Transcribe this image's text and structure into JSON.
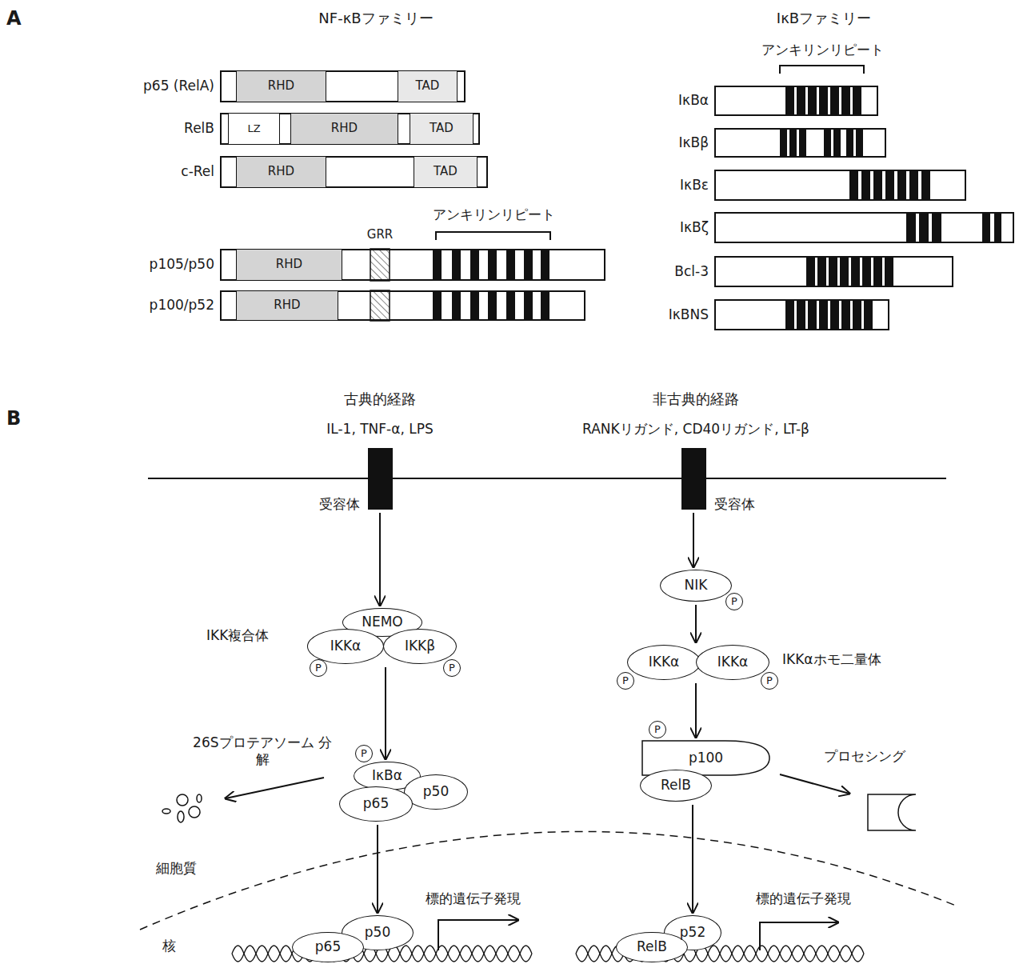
{
  "diagram": {
    "nodes": [
      {
        "text": [
          "p65 (RelA)"
        ]
      },
      {
        "text": [
          "RHD"
        ],
        "in": 0
      },
      {
        "text": [
          "TAD"
        ],
        "in": 0
      },
      {
        "text": [
          "RelB"
        ]
      },
      {
        "text": [
          "LZ"
        ],
        "in": 3
      },
      {
        "text": [
          "RHD"
        ],
        "in": 3
      },
      {
        "text": [
          "TAD"
        ],
        "in": 3
      },
      {
        "text": [
          "c-Rel"
        ]
      },
      {
        "text": [
          "RHD"
        ],
        "in": 7
      },
      {
        "text": [
          "TAD"
        ],
        "in": 7
      },
      {
        "text": [
          "p105/p50"
        ]
      },
      {
        "text": [
          "RHD"
        ],
        "in": 10
      },
      {
        "text": [
          "p100/p52"
        ]
      },
      {
        "text": [
          "RHD"
        ],
        "in": 12
      },
      {
        "text": [
          "IκBα"
        ]
      },
      {
        "text": [
          "IκBβ"
        ]
      },
      {
        "text": [
          "IκBε"
        ]
      },
      {
        "text": [
          "IκBζ"
        ]
      },
      {
        "text": [
          "Bcl-3"
        ]
      },
      {
        "text": [
          "IκBNS"
        ]
      },
      {
        "text": [
          "受容体"
        ]
      },
      {
        "text": [
          "受容体"
        ]
      },
      {
        "text": [
          "NIK"
        ]
      },
      {
        "text": [
          "P"
        ]
      },
      {
        "text": [
          "NEMO"
        ]
      },
      {
        "text": [
          "IKKα"
        ]
      },
      {
        "text": [
          "IKKβ"
        ]
      },
      {
        "text": [
          "P"
        ]
      },
      {
        "text": [
          "P"
        ]
      },
      {
        "text": [
          "IKKα"
        ]
      },
      {
        "text": [
          "IKKα"
        ]
      },
      {
        "text": [
          "P"
        ]
      },
      {
        "text": [
          "P"
        ]
      },
      {
        "text": [
          "P"
        ]
      },
      {
        "text": [
          "IκBα"
        ]
      },
      {
        "text": [
          "p50"
        ]
      },
      {
        "text": [
          "p65"
        ]
      },
      {
        "text": [
          "P"
        ]
      },
      {
        "text": [
          "p100"
        ]
      },
      {
        "text": [
          "RelB"
        ]
      },
      {
        "text": [
          "p50"
        ]
      },
      {
        "text": [
          "p65"
        ]
      },
      {
        "text": [
          "p52"
        ]
      },
      {
        "text": [
          "RelB"
        ]
      }
    ],
    "edges": [
      {
        "from": 20,
        "to": 24,
        "arrow": "to"
      },
      {
        "from": 26,
        "to": 34,
        "arrow": "to"
      },
      {
        "from": 36,
        "to": 40,
        "arrow": "to"
      },
      {
        "from": 21,
        "to": 22,
        "arrow": "to"
      },
      {
        "from": 22,
        "to": 29,
        "arrow": "to"
      },
      {
        "from": 29,
        "to": 38,
        "arrow": "to"
      },
      {
        "from": 39,
        "to": 42,
        "arrow": "to"
      }
    ],
    "labels": [
      "A",
      "NF-κBファミリー",
      "IκBファミリー",
      "アンキリンリピート",
      "GRR",
      "アンキリンリピート",
      "B",
      "古典的経路",
      "非古典的経路",
      "IL-1, TNF-α, LPS",
      "RANKリガンド, CD40リガンド, LT-β",
      "IKK複合体",
      "IKKαホモ二量体",
      "26Sプロテアソーム 分解",
      "プロセシング",
      "細胞質",
      "標的遺伝子発現",
      "標的遺伝子発現",
      "核"
    ]
  }
}
